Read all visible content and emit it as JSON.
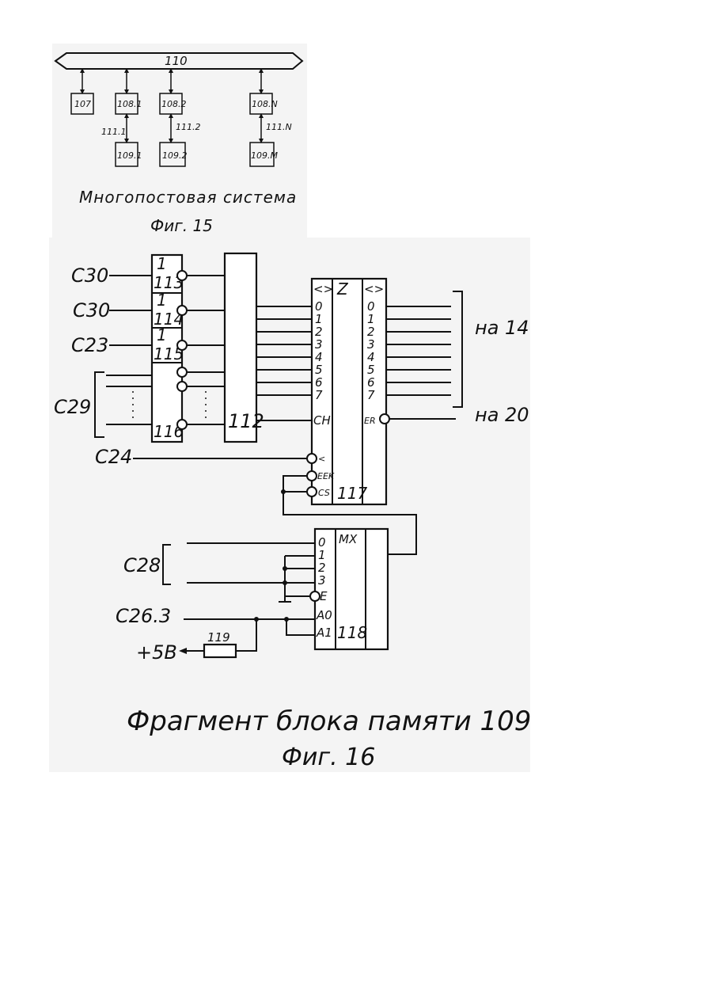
{
  "fig15": {
    "bus_label": "110",
    "blocks": [
      "107",
      "108.1",
      "108.2",
      "108.N"
    ],
    "sub_blocks": [
      "109.1",
      "109.2",
      "109.M"
    ],
    "links": [
      "111.1",
      "111.2",
      "111.N"
    ],
    "caption": "Многопостовая система",
    "fig_label": "Фиг. 15"
  },
  "fig16": {
    "inputs": [
      "C30",
      "C30",
      "C23",
      "C29",
      "C24",
      "C28",
      "C26.3",
      "+5B"
    ],
    "gates": [
      {
        "top": "1",
        "id": "113"
      },
      {
        "top": "1",
        "id": "114"
      },
      {
        "top": "1",
        "id": "115"
      },
      {
        "top": "",
        "id": "116"
      }
    ],
    "reg_label": "112",
    "chip117": {
      "id": "117",
      "left_header": "<>",
      "mid_header": "Z",
      "right_header": "<>",
      "left_pins": [
        "0",
        "1",
        "2",
        "3",
        "4",
        "5",
        "6",
        "7",
        "CH"
      ],
      "right_pins": [
        "0",
        "1",
        "2",
        "3",
        "4",
        "5",
        "6",
        "7",
        "ER"
      ],
      "ctrl_pins": [
        "<",
        "EEK",
        "CS"
      ]
    },
    "mux118": {
      "id": "118",
      "header": "MX",
      "pins": [
        "0",
        "1",
        "2",
        "3",
        "E",
        "A0",
        "A1"
      ]
    },
    "resistor": "119",
    "out_top": "на 14",
    "out_bottom": "на 20",
    "caption": "Фрагмент блока памяти 109",
    "fig_label": "Фиг. 16"
  }
}
